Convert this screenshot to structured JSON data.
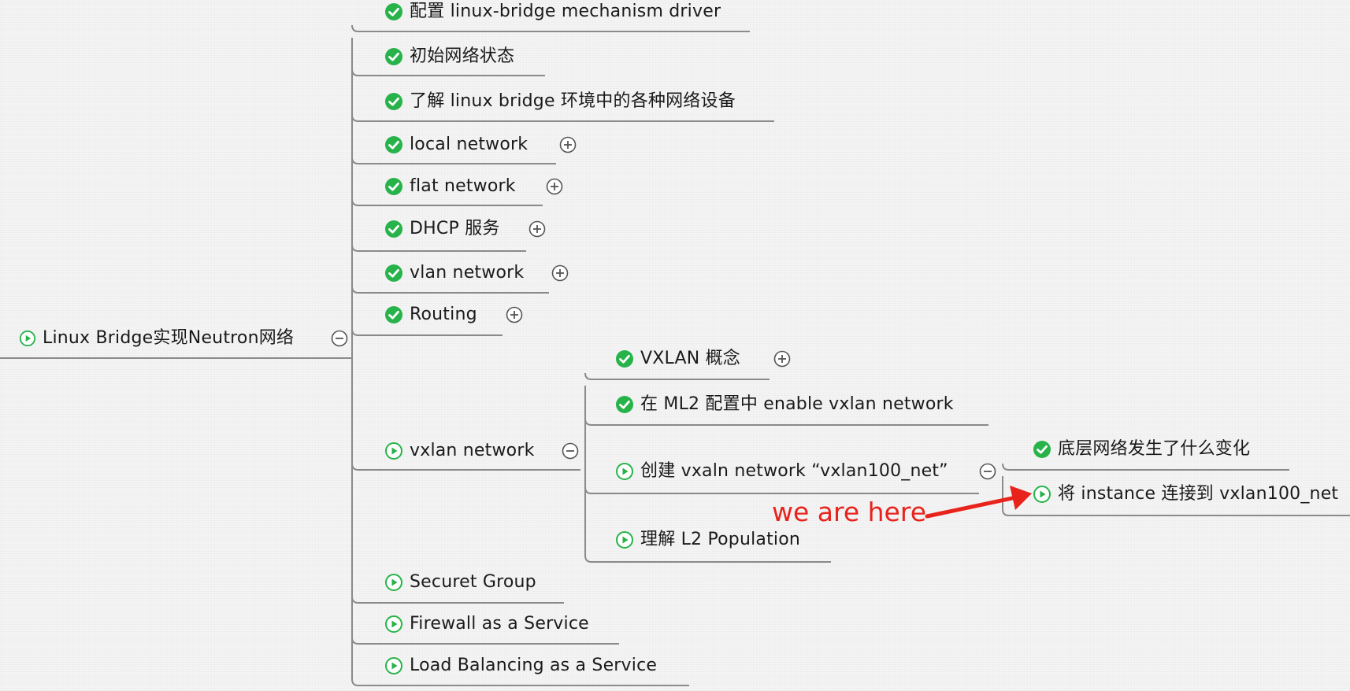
{
  "root": {
    "label": "Linux Bridge实现Neutron网络",
    "status": "in-progress",
    "toggle": "collapse"
  },
  "branches": [
    {
      "label": "配置 linux-bridge mechanism driver",
      "status": "done"
    },
    {
      "label": "初始网络状态",
      "status": "done"
    },
    {
      "label": "了解 linux bridge 环境中的各种网络设备",
      "status": "done"
    },
    {
      "label": "local network",
      "status": "done",
      "toggle": "expand"
    },
    {
      "label": "flat network",
      "status": "done",
      "toggle": "expand"
    },
    {
      "label": "DHCP 服务",
      "status": "done",
      "toggle": "expand"
    },
    {
      "label": "vlan network",
      "status": "done",
      "toggle": "expand"
    },
    {
      "label": "Routing",
      "status": "done",
      "toggle": "expand"
    },
    {
      "label": "vxlan network",
      "status": "in-progress",
      "toggle": "collapse",
      "children": [
        {
          "label": "VXLAN 概念",
          "status": "done",
          "toggle": "expand"
        },
        {
          "label": "在 ML2 配置中 enable vxlan network",
          "status": "done"
        },
        {
          "label": "创建 vxaln network “vxlan100_net”",
          "status": "in-progress",
          "toggle": "collapse",
          "children": [
            {
              "label": "底层网络发生了什么变化",
              "status": "done"
            },
            {
              "label": "将 instance 连接到 vxlan100_net",
              "status": "in-progress"
            }
          ]
        },
        {
          "label": "理解 L2 Population",
          "status": "in-progress"
        }
      ]
    },
    {
      "label": "Securet Group",
      "status": "in-progress"
    },
    {
      "label": "Firewall as a Service",
      "status": "in-progress"
    },
    {
      "label": "Load Balancing as a Service",
      "status": "in-progress"
    }
  ],
  "annotation": {
    "text": "we are here",
    "color": "#e8231c"
  },
  "colors": {
    "done": "#27b34a",
    "in_progress": "#27b34a",
    "line": "#8a8a8a",
    "toggle": "#555555"
  },
  "icons": {
    "done": "check-circle-icon",
    "in-progress": "play-circle-icon",
    "expand": "plus-circle-icon",
    "collapse": "minus-circle-icon"
  }
}
